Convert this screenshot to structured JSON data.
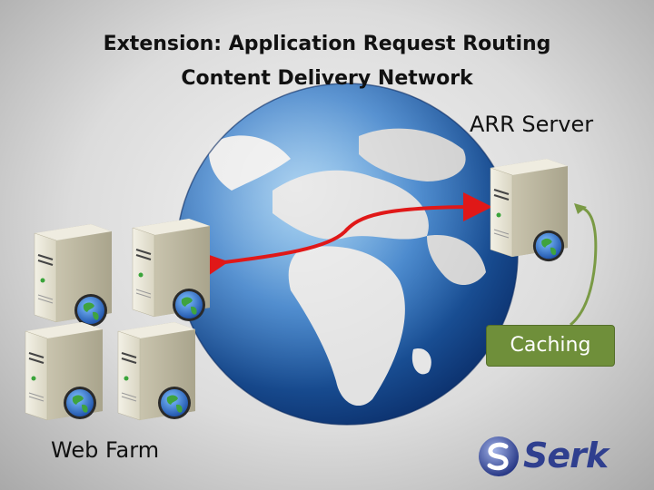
{
  "title_line1": "Extension: Application Request Routing",
  "title_line2": "Content Delivery Network",
  "arr_server_label": "ARR Server",
  "web_farm_label": "Web Farm",
  "caching_label": "Caching",
  "logo_text": "Serk",
  "colors": {
    "route_arrow": "#e01818",
    "cache_loop": "#7a9a45",
    "caching_box": "#6f8f3a",
    "logo": "#2f3f8f"
  },
  "icons": [
    "globe-icon",
    "server-icon",
    "web-globe-badge-icon"
  ]
}
